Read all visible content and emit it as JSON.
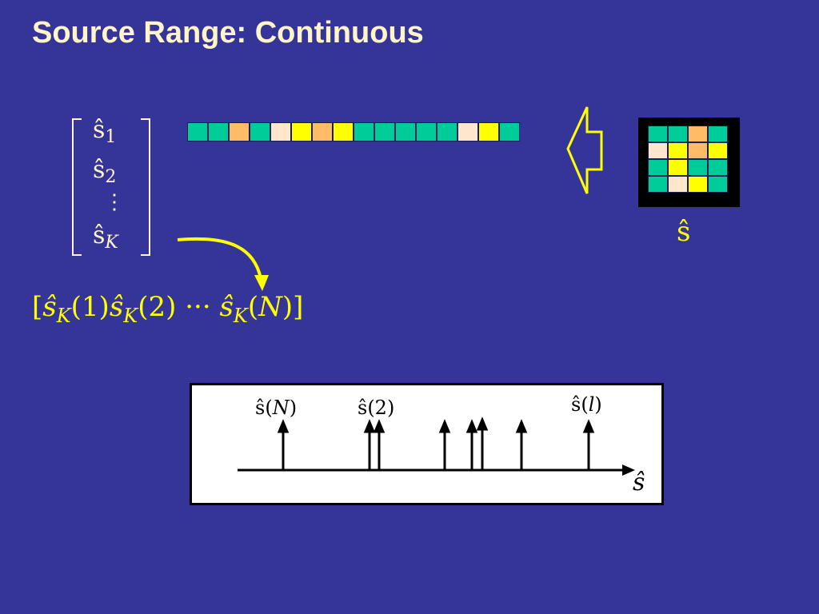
{
  "slide": {
    "title": "Source Range: Continuous"
  },
  "vector": {
    "row1": "ŝ",
    "row1_sub": "1",
    "row2": "ŝ",
    "row2_sub": "2",
    "dots": "⋮",
    "rowK": "ŝ",
    "rowK_sub": "K"
  },
  "colors": {
    "teal": "#00cc99",
    "orange": "#ffbb66",
    "cream": "#ffe6cc",
    "yellow": "#ffff00",
    "background": "#353599",
    "title": "#fff5c8"
  },
  "strip_cells": [
    "teal",
    "teal",
    "orange",
    "teal",
    "cream",
    "yellow",
    "orange",
    "yellow",
    "teal",
    "teal",
    "teal",
    "teal",
    "teal",
    "cream",
    "yellow",
    "teal"
  ],
  "matrix_cells": [
    "teal",
    "teal",
    "orange",
    "teal",
    "cream",
    "yellow",
    "orange",
    "yellow",
    "teal",
    "yellow",
    "teal",
    "teal",
    "teal",
    "cream",
    "yellow",
    "teal"
  ],
  "matrix_label": "ŝ",
  "sequence": {
    "open": "[",
    "s1": "ŝ",
    "s1_sub": "K",
    "arg1": "(1)",
    "s2": "ŝ",
    "s2_sub": "K",
    "arg2": "(2)",
    "dots": " ··· ",
    "s3": "ŝ",
    "s3_sub": "K",
    "arg3_open": "(",
    "arg3_var": "N",
    "arg3_close": ")",
    "close": "]"
  },
  "panel": {
    "label_a": "ŝ(",
    "label_a_var": "N",
    "label_a_close": ")",
    "label_b": "ŝ(2)",
    "label_c": "ŝ(",
    "label_c_var": "l",
    "label_c_close": ")",
    "axis_label": "ŝ"
  }
}
